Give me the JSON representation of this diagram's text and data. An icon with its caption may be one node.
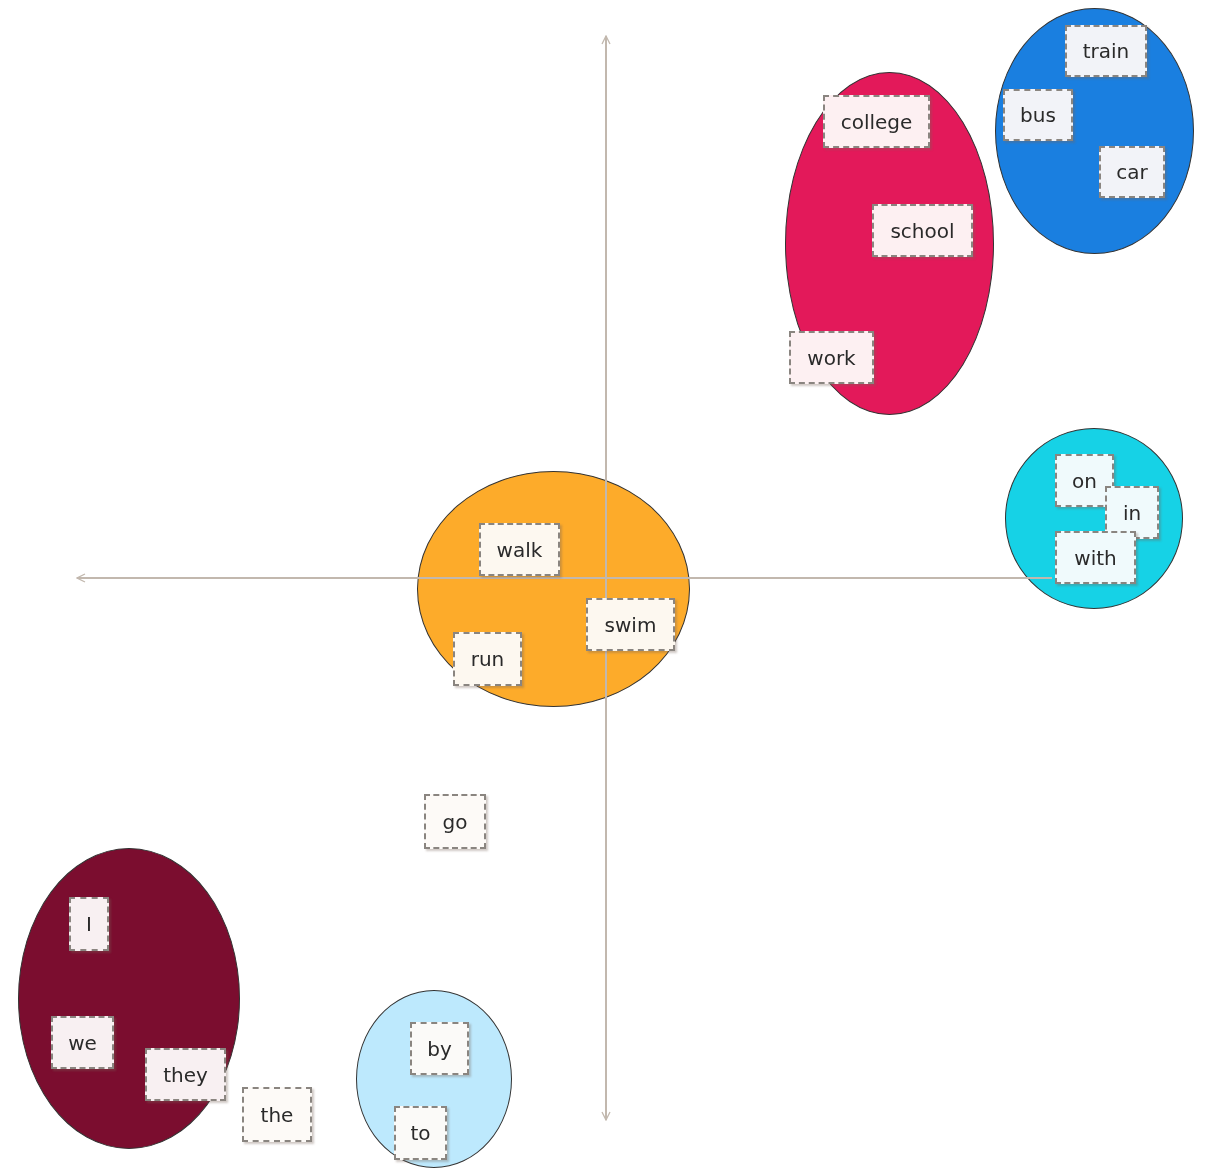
{
  "diagram": {
    "nodes": [
      {
        "text": [],
        "shape": "ellipse"
      },
      {
        "text": [
          "train"
        ],
        "in": 0
      },
      {
        "text": [
          "bus"
        ],
        "in": 0
      },
      {
        "text": [
          "car"
        ],
        "in": 0
      },
      {
        "text": [],
        "shape": "ellipse"
      },
      {
        "text": [
          "college"
        ],
        "in": 4
      },
      {
        "text": [
          "school"
        ],
        "in": 4
      },
      {
        "text": [
          "work"
        ],
        "in": 4
      },
      {
        "text": [],
        "shape": "ellipse"
      },
      {
        "text": [
          "on"
        ],
        "in": 8
      },
      {
        "text": [
          "in"
        ],
        "in": 8
      },
      {
        "text": [
          "with"
        ],
        "in": 8
      },
      {
        "text": [],
        "shape": "ellipse"
      },
      {
        "text": [
          "walk"
        ],
        "in": 12
      },
      {
        "text": [
          "swim"
        ],
        "in": 12
      },
      {
        "text": [
          "run"
        ],
        "in": 12
      },
      {
        "text": [
          "go"
        ]
      },
      {
        "text": [],
        "shape": "ellipse"
      },
      {
        "text": [
          "I"
        ],
        "in": 17
      },
      {
        "text": [
          "we"
        ],
        "in": 17
      },
      {
        "text": [
          "they"
        ],
        "in": 17
      },
      {
        "text": [
          "the"
        ]
      },
      {
        "text": [],
        "shape": "ellipse"
      },
      {
        "text": [
          "by"
        ],
        "in": 22
      },
      {
        "text": [
          "to"
        ],
        "in": 22
      }
    ]
  }
}
